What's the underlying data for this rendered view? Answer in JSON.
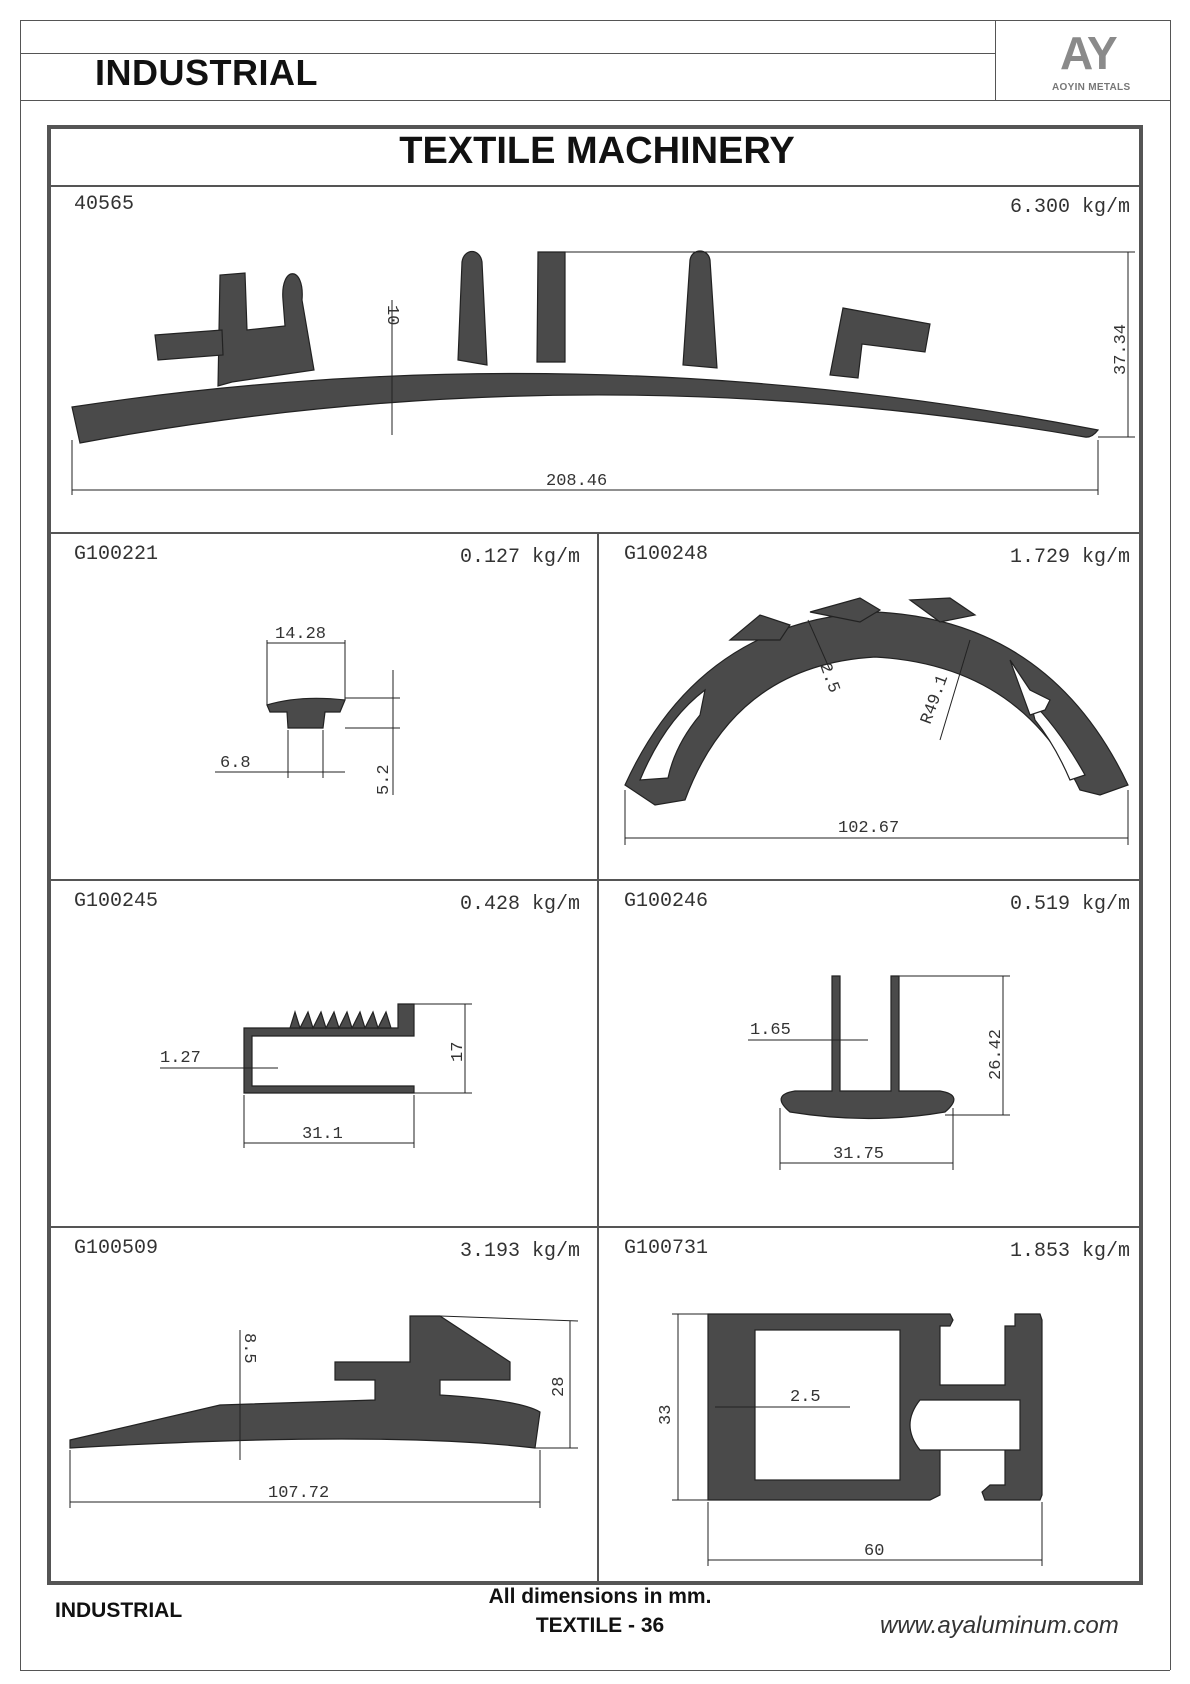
{
  "header": {
    "title": "INDUSTRIAL",
    "logo_letters": "AY",
    "logo_name": "AOYIN METALS"
  },
  "section_title": "TEXTILE MACHINERY",
  "profiles": [
    {
      "code": "40565",
      "weight": "6.300 kg/m",
      "dims": [
        "208.46",
        "37.34",
        "10"
      ]
    },
    {
      "code": "G100221",
      "weight": "0.127 kg/m",
      "dims": [
        "14.28",
        "6.8",
        "5.2"
      ]
    },
    {
      "code": "G100248",
      "weight": "1.729 kg/m",
      "dims": [
        "102.67",
        "2.5",
        "R49.1"
      ]
    },
    {
      "code": "G100245",
      "weight": "0.428 kg/m",
      "dims": [
        "31.1",
        "1.27",
        "17"
      ]
    },
    {
      "code": "G100246",
      "weight": "0.519 kg/m",
      "dims": [
        "31.75",
        "1.65",
        "26.42"
      ]
    },
    {
      "code": "G100509",
      "weight": "3.193 kg/m",
      "dims": [
        "107.72",
        "8.5",
        "28"
      ]
    },
    {
      "code": "G100731",
      "weight": "1.853 kg/m",
      "dims": [
        "60",
        "33",
        "2.5"
      ]
    }
  ],
  "footer": {
    "left": "INDUSTRIAL",
    "note": "All dimensions in mm.",
    "page": "TEXTILE - 36",
    "url": "www.ayaluminum.com"
  }
}
